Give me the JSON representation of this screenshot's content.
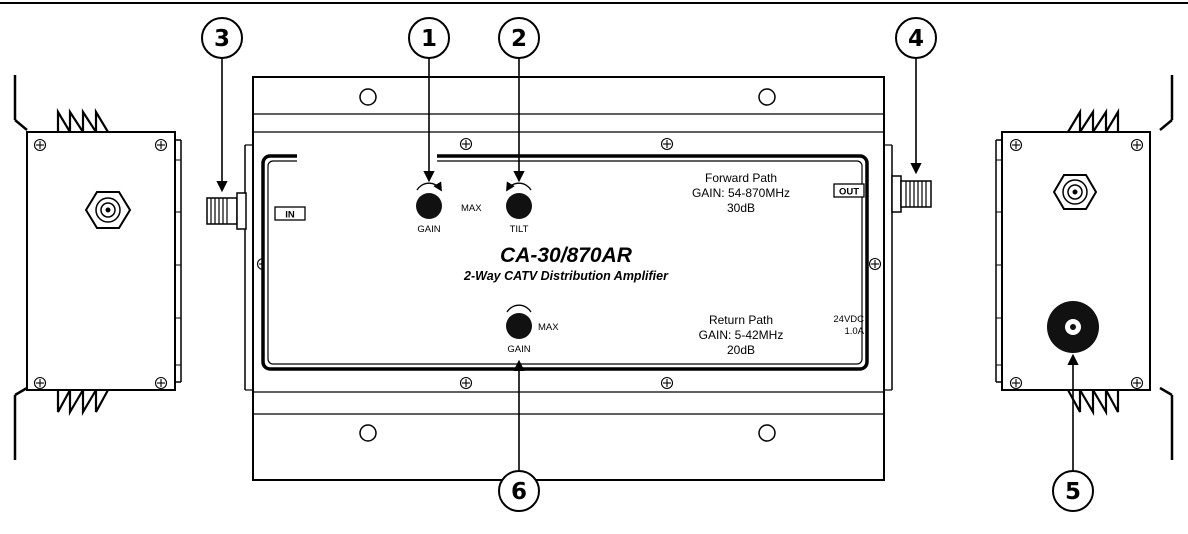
{
  "device": {
    "model": "CA-30/870AR",
    "subtitle": "2-Way CATV Distribution Amplifier",
    "in_label": "IN",
    "out_label": "OUT",
    "forward_path": {
      "title": "Forward Path",
      "gain_line": "GAIN:  54-870MHz",
      "gain_value": "30dB"
    },
    "return_path": {
      "title": "Return Path",
      "gain_line": "GAIN:  5-42MHz",
      "gain_value": "20dB"
    },
    "forward_gain_knob": {
      "label": "GAIN",
      "max_label": "MAX"
    },
    "tilt_knob": {
      "label": "TILT"
    },
    "return_gain_knob": {
      "label": "GAIN",
      "max_label": "MAX"
    },
    "power_rating": {
      "voltage": "24VDC",
      "current": "1.0A"
    }
  },
  "callouts": [
    "1",
    "2",
    "3",
    "4",
    "5",
    "6"
  ],
  "colors": {
    "line": "#000000",
    "knob": "#111111",
    "background": "#ffffff"
  }
}
